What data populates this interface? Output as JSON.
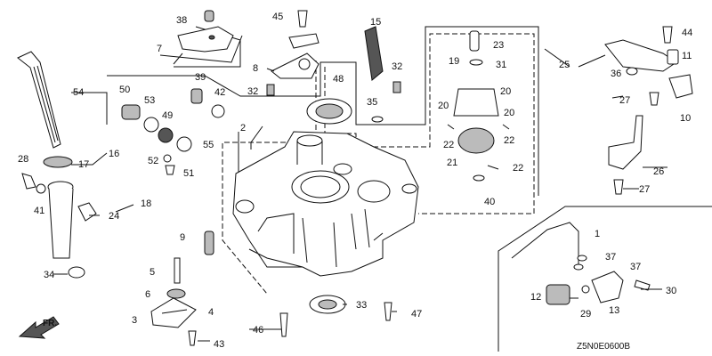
{
  "diagram": {
    "callouts": [
      "1",
      "2",
      "3",
      "4",
      "5",
      "6",
      "7",
      "8",
      "9",
      "10",
      "11",
      "12",
      "13",
      "15",
      "16",
      "17",
      "18",
      "19",
      "20",
      "21",
      "22",
      "23",
      "24",
      "25",
      "26",
      "27",
      "28",
      "29",
      "30",
      "31",
      "32",
      "33",
      "34",
      "35",
      "36",
      "37",
      "38",
      "39",
      "40",
      "41",
      "42",
      "43",
      "44",
      "45",
      "46",
      "47",
      "48",
      "49",
      "50",
      "51",
      "52",
      "53",
      "54",
      "55"
    ],
    "diagram_code": "Z5N0E0600B",
    "direction_label": "FR."
  }
}
